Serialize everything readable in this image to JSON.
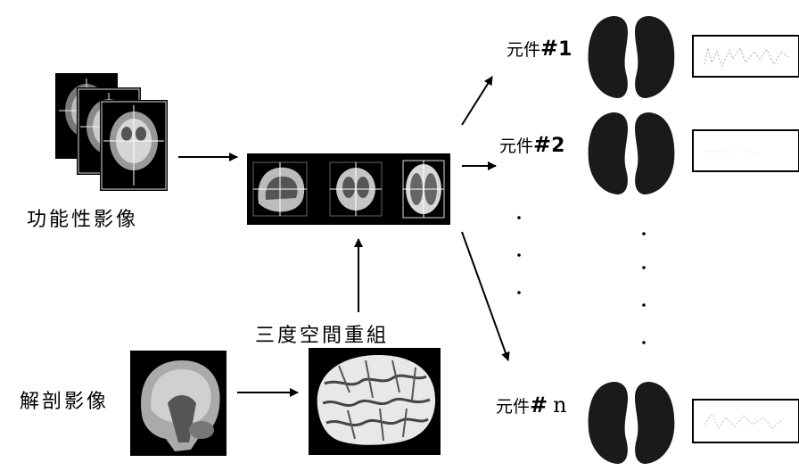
{
  "labels": {
    "functional_images": "功能性影像",
    "anatomical_images": "解剖影像",
    "reconstruction": "三度空間重組"
  },
  "components": [
    {
      "prefix": "元件",
      "hash": "#",
      "number": "1"
    },
    {
      "prefix": "元件",
      "hash": "#",
      "number": "2"
    },
    {
      "prefix": "元件",
      "hash": "#",
      "number": "n"
    }
  ],
  "colors": {
    "ink": "#000000",
    "background": "#ffffff"
  }
}
